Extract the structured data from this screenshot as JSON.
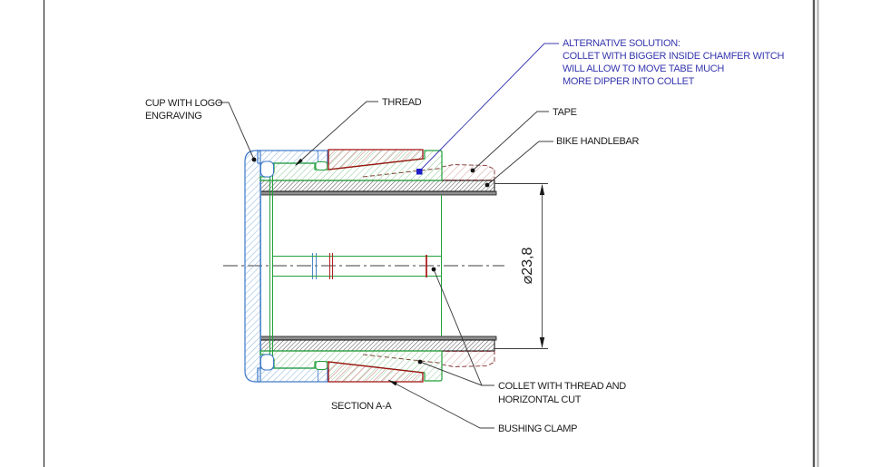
{
  "drawing": {
    "title_context": "bushing clamp section drawing",
    "annotations": {
      "cup": {
        "lines": [
          "CUP WITH LOGO",
          "ENGRAVING"
        ]
      },
      "thread": {
        "label": "THREAD"
      },
      "alternative": {
        "lines": [
          "ALTERNATIVE SOLUTION:",
          "COLLET WITH BIGGER INSIDE CHAMFER WITCH",
          "WILL ALLOW TO MOVE TABE MUCH",
          "MORE DIPPER INTO COLLET"
        ]
      },
      "tape": {
        "label": "TAPE"
      },
      "handlebar": {
        "label": "BIKE HANDLEBAR"
      },
      "collet": {
        "lines": [
          "COLLET WITH THREAD AND",
          "HORIZONTAL CUT"
        ]
      },
      "bushing": {
        "label": "BUSHING CLAMP"
      }
    },
    "dimension": {
      "diameter": "⌀23,8"
    },
    "view": {
      "section_label": "SECTION A-A"
    },
    "colors": {
      "cup_outline": "#3c78c8",
      "cup_hatch": "#8fb8e0",
      "collet_outline": "#22a03a",
      "collet_hatch": "#8cc795",
      "thread_outline": "#a01212",
      "thread_hatch": "#cc7a7a",
      "tape_outline": "#8a4040",
      "tape_hatch": "#d49c9c",
      "tube_hatch": "#4d4d4d",
      "leader_line": "#3c3c3c",
      "note_blue": "#3636ae",
      "marker_blue": "#1e1ec8"
    }
  }
}
